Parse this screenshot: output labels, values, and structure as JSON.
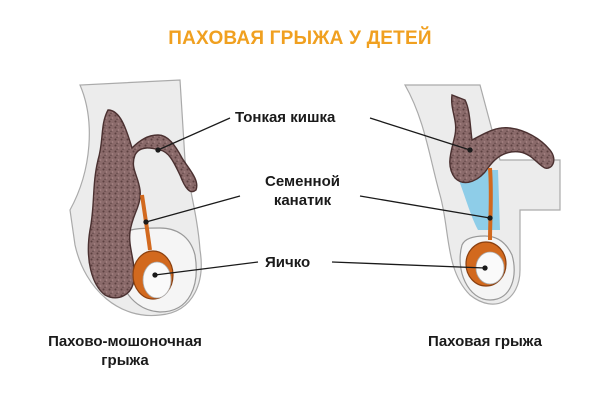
{
  "title": "ПАХОВАЯ ГРЫЖА У ДЕТЕЙ",
  "labels": {
    "small_intestine": "Тонкая кишка",
    "spermatic_cord_line1": "Семенной",
    "spermatic_cord_line2": "канатик",
    "testicle": "Яичко"
  },
  "captions": {
    "left_line1": "Пахово-мошоночная",
    "left_line2": "грыжа",
    "right": "Паховая грыжа"
  },
  "colors": {
    "title": "#f0a020",
    "intestine": "#7a5a5a",
    "cord": "#d2691e",
    "fluid": "#7ec8e8",
    "tissue": "#e8e8e8",
    "outline": "#999999"
  }
}
